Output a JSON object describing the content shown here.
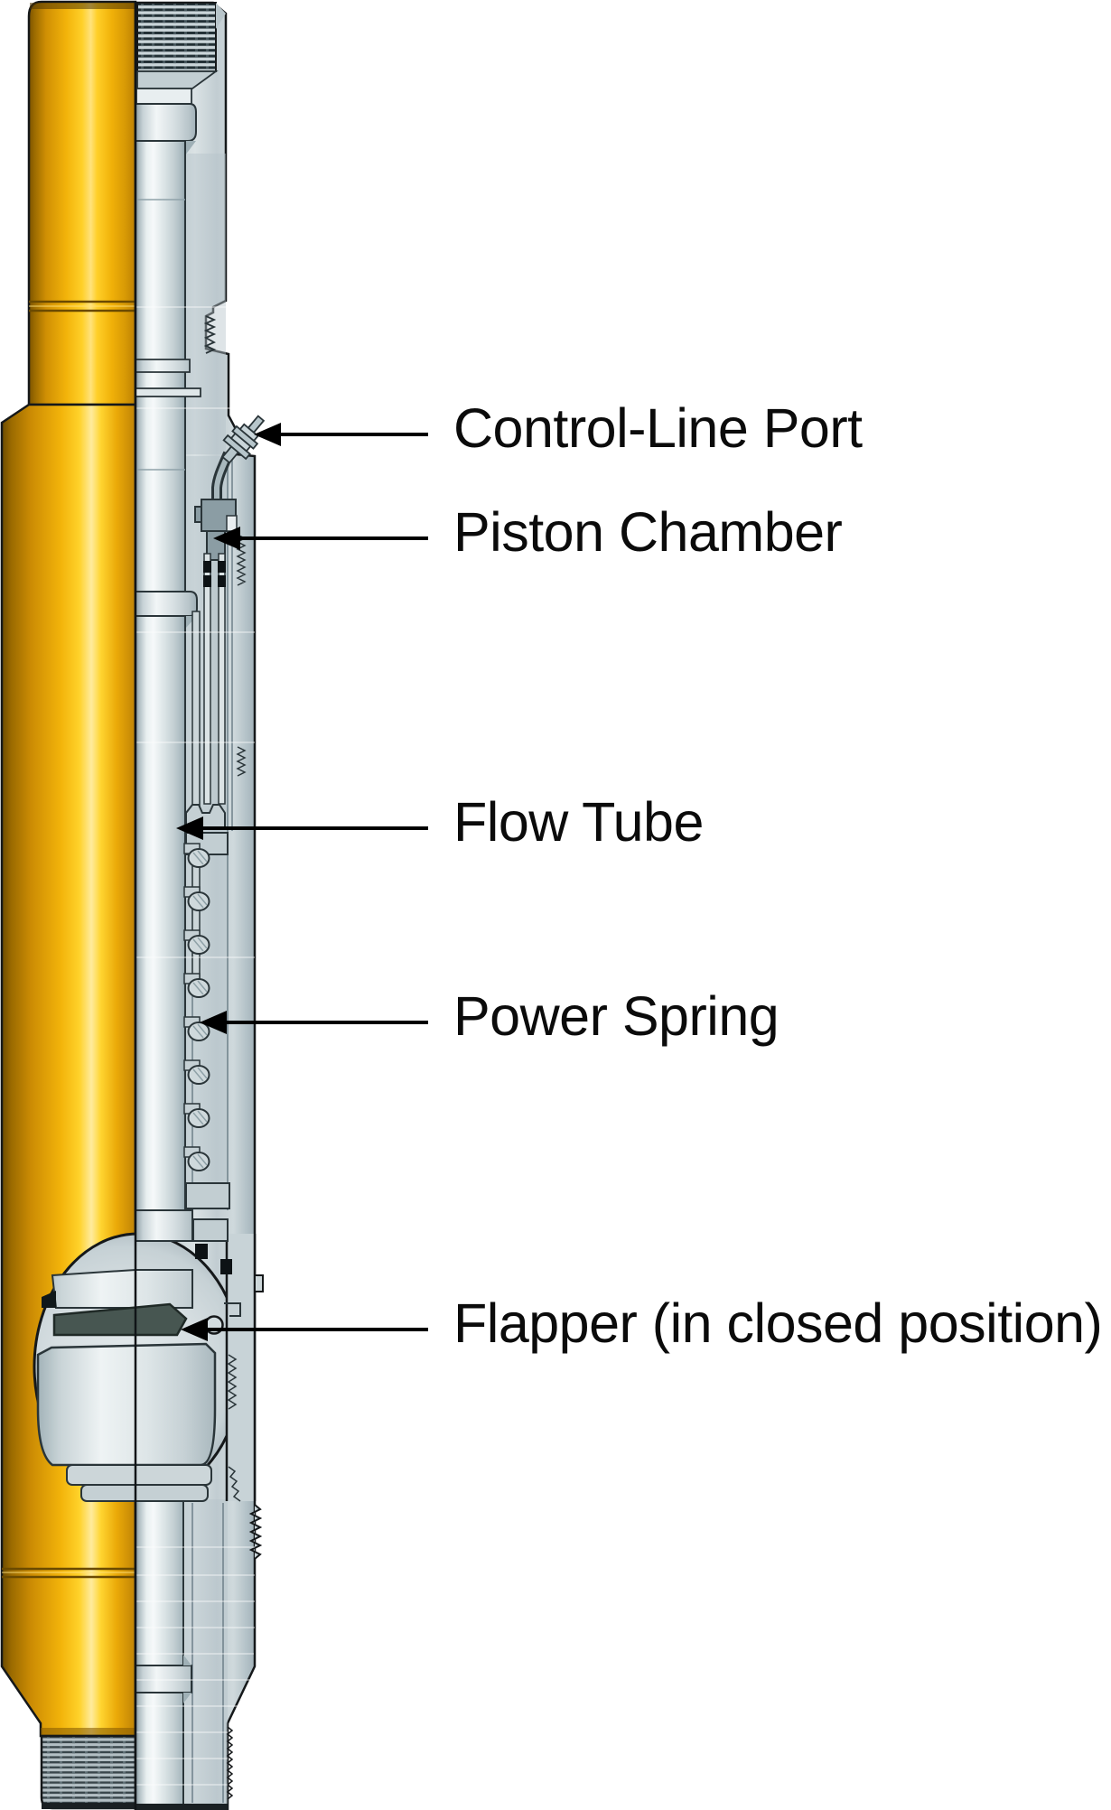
{
  "labels": [
    {
      "text": "Control-Line Port"
    },
    {
      "text": "Piston Chamber"
    },
    {
      "text": "Flow Tube"
    },
    {
      "text": "Power Spring"
    },
    {
      "text": "Flapper (in closed position)"
    }
  ],
  "colors": {
    "background": "#ffffff",
    "tubing_gold_bright": "#ffd42a",
    "tubing_gold_dark": "#9a6a00",
    "metal_light": "#e8eff0",
    "metal_mid": "#cdd7da",
    "metal_shadow": "#9fb0b6",
    "piston_block": "#8b9da4",
    "flapper_dark": "#475651",
    "outline": "#15181a",
    "arrow": "#000000",
    "label_text": "#0b0b0b"
  }
}
